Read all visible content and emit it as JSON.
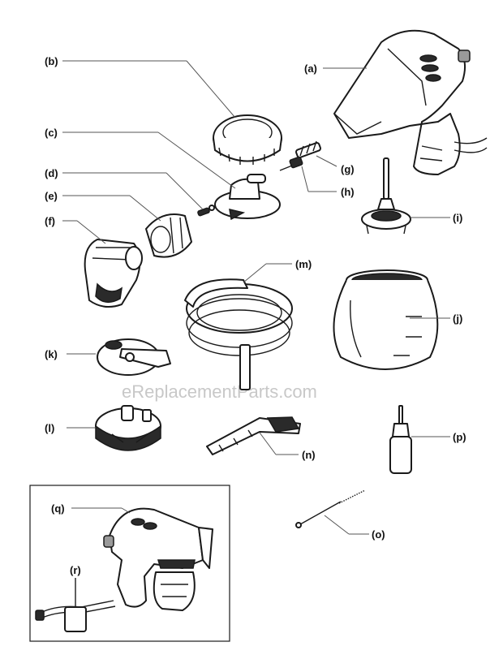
{
  "labels": {
    "a": "(a)",
    "b": "(b)",
    "c": "(c)",
    "d": "(d)",
    "e": "(e)",
    "f": "(f)",
    "g": "(g)",
    "h": "(h)",
    "i": "(i)",
    "j": "(j)",
    "k": "(k)",
    "l": "(l)",
    "m": "(m)",
    "n": "(n)",
    "o": "(o)",
    "p": "(p)",
    "q": "(q)",
    "r": "(r)"
  },
  "watermark": "eReplacementParts.com"
}
